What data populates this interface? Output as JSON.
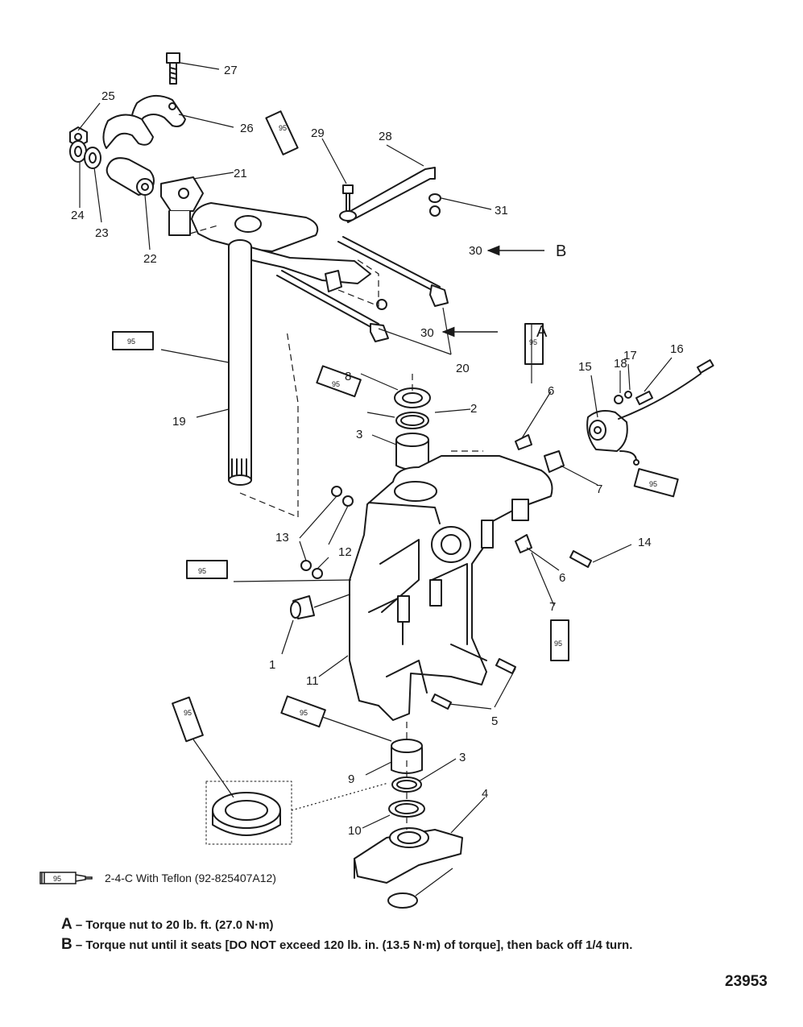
{
  "diagram": {
    "callouts": [
      "27",
      "25",
      "26",
      "29",
      "28",
      "21",
      "31",
      "24",
      "23",
      "22",
      "30",
      "B",
      "30",
      "A",
      "20",
      "19",
      "8",
      "16",
      "15",
      "18",
      "17",
      "2",
      "6",
      "3",
      "7",
      "13",
      "12",
      "14",
      "6",
      "7",
      "1",
      "11",
      "5",
      "3",
      "9",
      "4",
      "10"
    ],
    "sealant_tube_label": "95",
    "legend_text": "2-4-C  With Teflon (92-825407A12)",
    "notes": [
      {
        "key": "A",
        "text": "Torque nut to 20 lb. ft. (27.0 N·m)"
      },
      {
        "key": "B",
        "text": "Torque nut until it seats [DO NOT exceed 120 lb. in. (13.5 N·m) of torque], then back off 1/4 turn."
      }
    ],
    "figure_id": "23953"
  }
}
